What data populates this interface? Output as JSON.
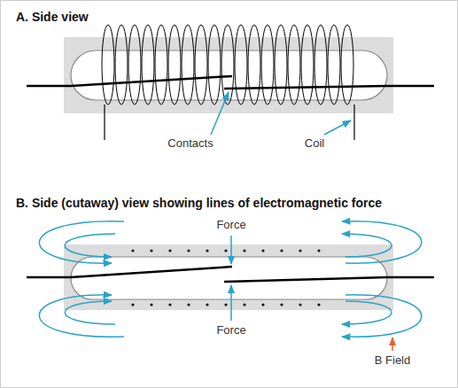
{
  "diagram": {
    "labels": [
      "A. Side view",
      "Contacts",
      "Coil",
      "B. Side (cutaway) view showing lines of electromagnetic force",
      "Force",
      "Force",
      "B Field"
    ]
  }
}
